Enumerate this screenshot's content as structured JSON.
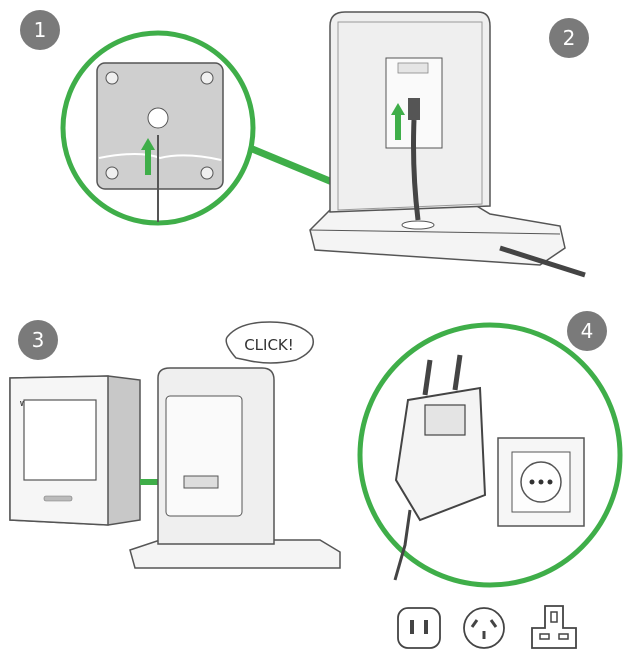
{
  "steps": [
    "1",
    "2",
    "3",
    "4"
  ],
  "brand": "Wiser",
  "click_text": "CLICK!",
  "colors": {
    "accent_green": "#3fae49",
    "badge_gray": "#7a7a7a",
    "line": "#555555",
    "panel_gray": "#d6d6d6"
  },
  "icons": [
    "us-socket-icon",
    "au-socket-icon",
    "uk-socket-icon"
  ]
}
